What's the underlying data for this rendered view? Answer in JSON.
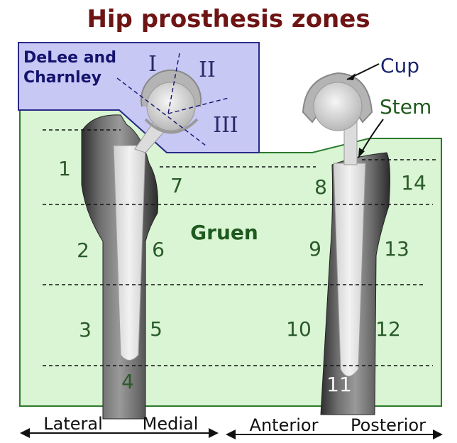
{
  "title": "Hip prosthesis zones",
  "delee_label_line1": "DeLee and",
  "delee_label_line2": "Charnley",
  "gruen_label": "Gruen",
  "roman_zones": [
    "I",
    "II",
    "III"
  ],
  "gruen_zones": [
    "1",
    "2",
    "3",
    "4",
    "5",
    "6",
    "7",
    "8",
    "9",
    "10",
    "11",
    "12",
    "13",
    "14"
  ],
  "callouts": {
    "cup": "Cup",
    "stem": "Stem"
  },
  "axis_labels": {
    "lateral": "Lateral",
    "medial": "Medial",
    "anterior": "Anterior",
    "posterior": "Posterior"
  },
  "colors": {
    "title": "#6e1414",
    "gruen_region": "#d9f5d4",
    "delee_region": "#c8c8f5"
  }
}
